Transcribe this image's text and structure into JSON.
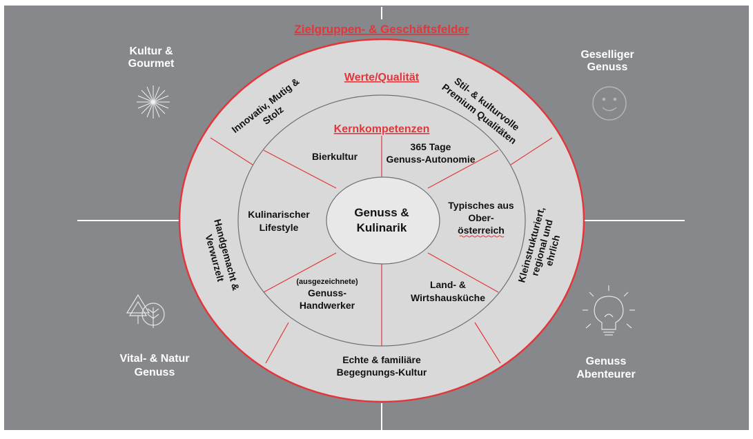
{
  "title": "Zielgruppen- & Geschäftsfelder",
  "ring_werte": {
    "title": "Werte/Qualität",
    "items": [
      {
        "lines": [
          "Innovativ, Mutig &",
          "Stolz"
        ]
      },
      {
        "lines": [
          "Stil- & kulturvolle",
          "Premium Qualitäten"
        ]
      },
      {
        "lines": [
          "Kleinstrukturiert,",
          "regional und",
          "ehrlich"
        ]
      },
      {
        "lines": [
          "Echte & familiäre",
          "Begegnungs-Kultur"
        ]
      },
      {
        "lines": [
          "Handgemacht &",
          "Verwurzelt"
        ]
      }
    ]
  },
  "ring_kern": {
    "title": "Kernkompetenzen",
    "items": [
      {
        "lines": [
          "Bierkultur"
        ]
      },
      {
        "lines": [
          "365 Tage",
          "Genuss-Autonomie"
        ]
      },
      {
        "lines": [
          "Typisches aus",
          "Ober-",
          "österreich"
        ]
      },
      {
        "lines": [
          "Land- &",
          "Wirtshausküche"
        ]
      },
      {
        "lines": [
          "(ausgezeichnete)",
          "Genuss-",
          "Handwerker"
        ]
      },
      {
        "lines": [
          "Kulinarischer",
          "Lifestyle"
        ]
      }
    ]
  },
  "center": {
    "lines": [
      "Genuss &",
      "Kulinarik"
    ]
  },
  "corners": {
    "top_left": {
      "lines": [
        "Kultur &",
        "Gourmet"
      ],
      "icon": "fireworks-icon"
    },
    "top_right": {
      "lines": [
        "Geselliger",
        "Genuss"
      ],
      "icon": "smiley-icon"
    },
    "bottom_left": {
      "lines": [
        "Vital- & Natur",
        "Genuss"
      ],
      "icon": "trees-icon"
    },
    "bottom_right": {
      "lines": [
        "Genuss",
        "Abenteurer"
      ],
      "icon": "lightbulb-icon"
    }
  },
  "colors": {
    "background": "#87888c",
    "accent_red": "#e2363a",
    "ring_fill": "#d9d9da",
    "center_fill": "#e8e8e8",
    "line_white": "#ffffff"
  }
}
